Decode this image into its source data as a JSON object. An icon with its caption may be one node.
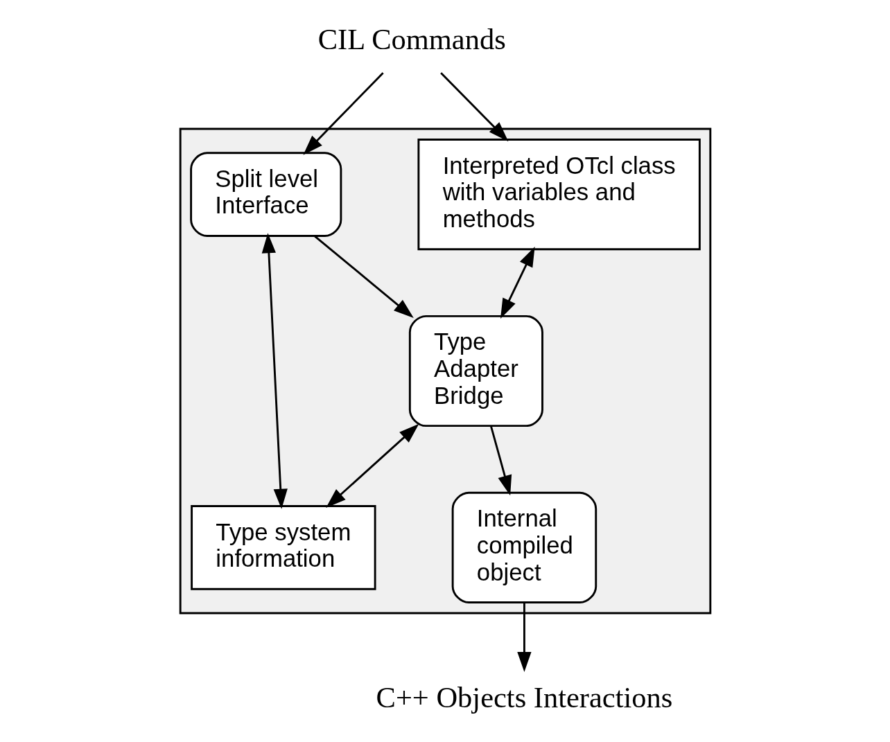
{
  "diagram": {
    "nodes": [
      {
        "text": [
          "CIL Commands"
        ]
      },
      {
        "text": [],
        "shape": "box"
      },
      {
        "text": [
          "Split level Interface"
        ],
        "in": 1
      },
      {
        "text": [
          "Interpreted OTcl class with variables and methods"
        ],
        "in": 1
      },
      {
        "text": [
          "Type Adapter Bridge"
        ],
        "in": 1
      },
      {
        "text": [
          "Type system information"
        ],
        "in": 1
      },
      {
        "text": [
          "Internal compiled object"
        ],
        "in": 1
      },
      {
        "text": [
          "C++ Objects Interactions"
        ]
      }
    ],
    "edges": [
      {
        "from": 0,
        "to": 2,
        "arrow": "to"
      },
      {
        "from": 0,
        "to": 3,
        "arrow": "to"
      },
      {
        "from": 2,
        "to": 4,
        "arrow": "to"
      },
      {
        "from": 3,
        "to": 4,
        "arrow": "both"
      },
      {
        "from": 2,
        "to": 5,
        "arrow": "both"
      },
      {
        "from": 4,
        "to": 5,
        "arrow": "both"
      },
      {
        "from": 4,
        "to": 6,
        "arrow": "to"
      },
      {
        "from": 6,
        "to": 7,
        "arrow": "to"
      }
    ]
  }
}
